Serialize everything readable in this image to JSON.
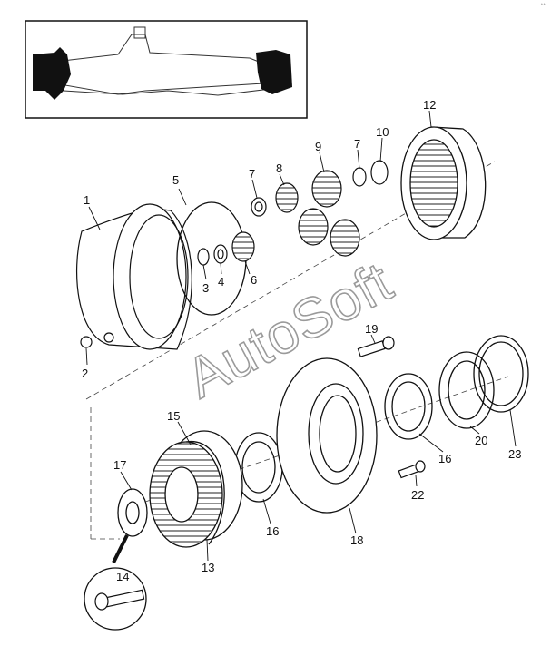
{
  "corner_mark": "ᐩᐩ",
  "watermark": "AutoSoft",
  "parts": [
    {
      "n": "1",
      "lbl": "part-1"
    },
    {
      "n": "2",
      "lbl": "part-2"
    },
    {
      "n": "3",
      "lbl": "part-3"
    },
    {
      "n": "4",
      "lbl": "part-4"
    },
    {
      "n": "5",
      "lbl": "part-5"
    },
    {
      "n": "6",
      "lbl": "part-6"
    },
    {
      "n": "7",
      "lbl": "part-7a"
    },
    {
      "n": "8",
      "lbl": "part-8"
    },
    {
      "n": "9",
      "lbl": "part-9"
    },
    {
      "n": "7",
      "lbl": "part-7b"
    },
    {
      "n": "10",
      "lbl": "part-10"
    },
    {
      "n": "12",
      "lbl": "part-12"
    },
    {
      "n": "19",
      "lbl": "part-19"
    },
    {
      "n": "15",
      "lbl": "part-15"
    },
    {
      "n": "17",
      "lbl": "part-17"
    },
    {
      "n": "16",
      "lbl": "part-16a"
    },
    {
      "n": "16",
      "lbl": "part-16b"
    },
    {
      "n": "20",
      "lbl": "part-20"
    },
    {
      "n": "23",
      "lbl": "part-23"
    },
    {
      "n": "22",
      "lbl": "part-22"
    },
    {
      "n": "18",
      "lbl": "part-18"
    },
    {
      "n": "13",
      "lbl": "part-13"
    },
    {
      "n": "14",
      "lbl": "part-14"
    }
  ]
}
